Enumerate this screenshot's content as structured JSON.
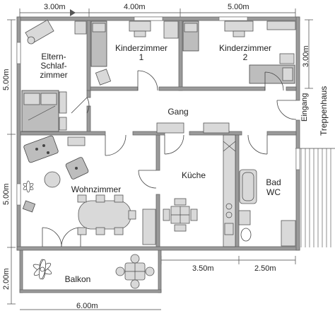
{
  "rooms": {
    "eltern": [
      "Eltern-",
      "Schlaf-",
      "zimmer"
    ],
    "kinder1": [
      "Kinderzimmer",
      "1"
    ],
    "kinder2": [
      "Kinderzimmer",
      "2"
    ],
    "gang": "Gang",
    "wohnzimmer": "Wohnzimmer",
    "kueche": "Küche",
    "bad": [
      "Bad",
      "WC"
    ],
    "balkon": "Balkon",
    "eingang": "Eingang",
    "treppenhaus": "Treppenhaus"
  },
  "dimensions": {
    "top_1": "3.00m",
    "top_2": "4.00m",
    "top_3": "5.00m",
    "right_1": "3.00m",
    "left_1": "5.00m",
    "left_2": "5.00m",
    "left_3": "2.00m",
    "bottom_kitchen": "3.50m",
    "bottom_bath": "2.50m",
    "bottom_total": "6.00m"
  }
}
